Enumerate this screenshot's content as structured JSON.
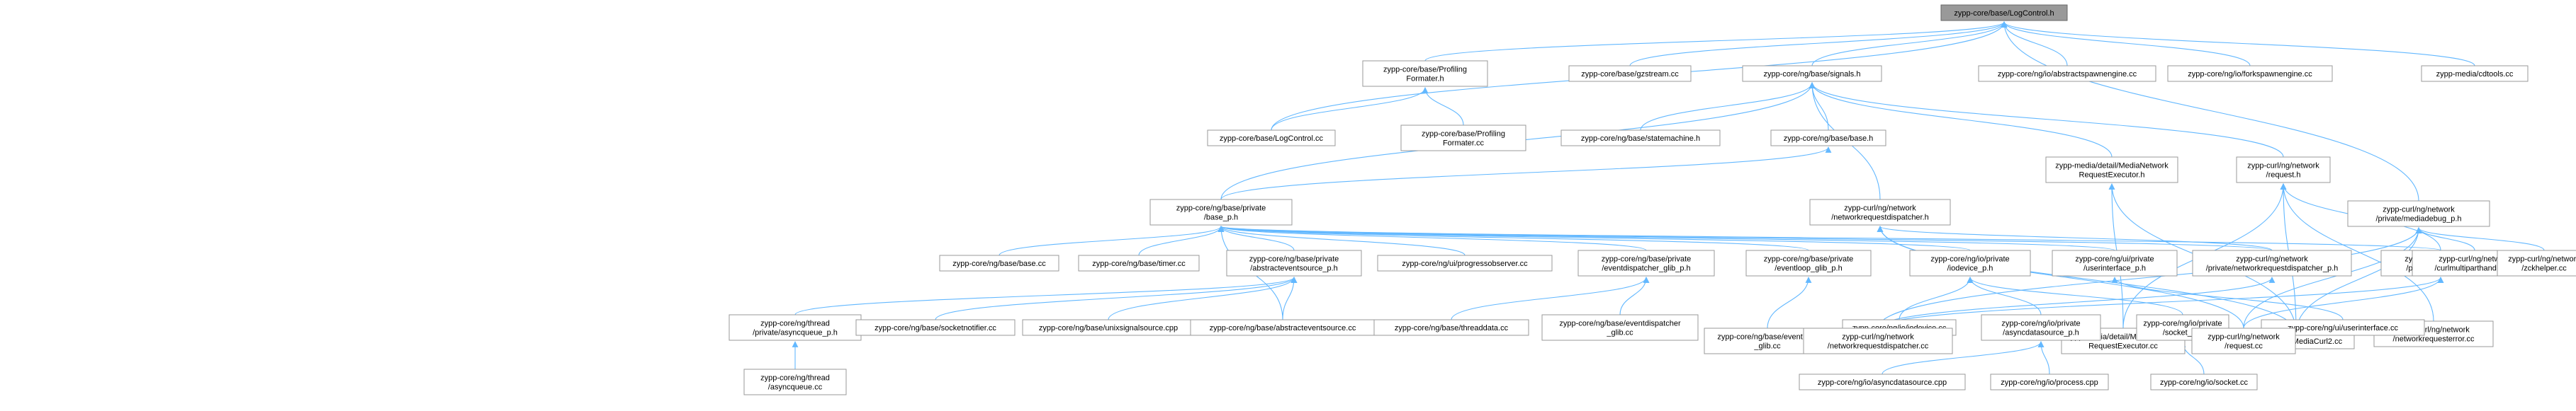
{
  "graph": {
    "root": "n0",
    "colors": {
      "root_fill": "#999999",
      "node_fill": "#ffffff",
      "node_border": "#999999",
      "edge": "#63b8ff",
      "text": "#000000"
    },
    "nodes": [
      {
        "id": "n0",
        "label": [
          "zypp-core/base/LogControl.h"
        ]
      },
      {
        "id": "n1",
        "label": [
          "zypp-core/base/Profiling",
          "Formater.h"
        ]
      },
      {
        "id": "n2",
        "label": [
          "zypp-core/base/gzstream.cc"
        ]
      },
      {
        "id": "n3",
        "label": [
          "zypp-core/ng/base/signals.h"
        ]
      },
      {
        "id": "n4",
        "label": [
          "zypp-core/ng/io/abstractspawnengine.cc"
        ]
      },
      {
        "id": "n5",
        "label": [
          "zypp-core/ng/io/forkspawnengine.cc"
        ]
      },
      {
        "id": "n6",
        "label": [
          "zypp-media/cdtools.cc"
        ]
      },
      {
        "id": "n7",
        "label": [
          "zypp-core/base/LogControl.cc"
        ]
      },
      {
        "id": "n8",
        "label": [
          "zypp-core/base/Profiling",
          "Formater.cc"
        ]
      },
      {
        "id": "n9",
        "label": [
          "zypp-core/ng/base/statemachine.h"
        ]
      },
      {
        "id": "n10",
        "label": [
          "zypp-core/ng/base/base.h"
        ]
      },
      {
        "id": "n11",
        "label": [
          "zypp-media/detail/MediaNetwork",
          "RequestExecutor.h"
        ]
      },
      {
        "id": "n12",
        "label": [
          "zypp-curl/ng/network",
          "/request.h"
        ]
      },
      {
        "id": "n13",
        "label": [
          "zypp-curl/ng/network",
          "/private/mediadebug_p.h"
        ]
      },
      {
        "id": "n14",
        "label": [
          "zypp-core/ng/base/private",
          "/base_p.h"
        ]
      },
      {
        "id": "n15",
        "label": [
          "zypp-curl/ng/network",
          "/networkrequestdispatcher.h"
        ]
      },
      {
        "id": "n16",
        "label": [
          "zypp-core/ng/base/base.cc"
        ]
      },
      {
        "id": "n17",
        "label": [
          "zypp-core/ng/base/timer.cc"
        ]
      },
      {
        "id": "n18",
        "label": [
          "zypp-core/ng/base/private",
          "/abstracteventsource_p.h"
        ]
      },
      {
        "id": "n19",
        "label": [
          "zypp-core/ng/ui/progressobserver.cc"
        ]
      },
      {
        "id": "n20",
        "label": [
          "zypp-core/ng/base/private",
          "/eventdispatcher_glib_p.h"
        ]
      },
      {
        "id": "n21",
        "label": [
          "zypp-core/ng/base/private",
          "/eventloop_glib_p.h"
        ]
      },
      {
        "id": "n22",
        "label": [
          "zypp-core/ng/io/private",
          "/iodevice_p.h"
        ]
      },
      {
        "id": "n23",
        "label": [
          "zypp-core/ng/ui/private",
          "/userinterface_p.h"
        ]
      },
      {
        "id": "n24",
        "label": [
          "zypp-curl/ng/network",
          "/private/networkrequestdispatcher_p.h"
        ]
      },
      {
        "id": "n25",
        "label": [
          "zypp-curl/ng/network",
          "/private/request_p.h"
        ]
      },
      {
        "id": "n26",
        "label": [
          "zypp-media/detail/MediaNetwork",
          "RequestExecutor.cc"
        ]
      },
      {
        "id": "n27",
        "label": [
          "zypp-media/MediaCurl2.cc"
        ]
      },
      {
        "id": "n28",
        "label": [
          "zypp-curl/ng/network",
          "/networkrequesterror.cc"
        ]
      },
      {
        "id": "n29",
        "label": [
          "zypp-curl/ng/network",
          "/curlmultiparthandler.cc"
        ]
      },
      {
        "id": "n30",
        "label": [
          "zypp-curl/ng/network",
          "/zckhelper.cc"
        ]
      },
      {
        "id": "n31",
        "label": [
          "zypp-core/ng/thread",
          "/private/asyncqueue_p.h"
        ]
      },
      {
        "id": "n32",
        "label": [
          "zypp-core/ng/base/socketnotifier.cc"
        ]
      },
      {
        "id": "n33",
        "label": [
          "zypp-core/ng/base/unixsignalsource.cpp"
        ]
      },
      {
        "id": "n34",
        "label": [
          "zypp-core/ng/base/abstracteventsource.cc"
        ]
      },
      {
        "id": "n35",
        "label": [
          "zypp-core/ng/base/threaddata.cc"
        ]
      },
      {
        "id": "n36",
        "label": [
          "zypp-core/ng/base/eventdispatcher",
          "_glib.cc"
        ]
      },
      {
        "id": "n37",
        "label": [
          "zypp-core/ng/base/eventloop",
          "_glib.cc"
        ]
      },
      {
        "id": "n38",
        "label": [
          "zypp-core/ng/io/iodevice.cc"
        ]
      },
      {
        "id": "n39",
        "label": [
          "zypp-core/ng/io/private",
          "/asyncdatasource_p.h"
        ]
      },
      {
        "id": "n40",
        "label": [
          "zypp-core/ng/io/private",
          "/socket_p.h"
        ]
      },
      {
        "id": "n41",
        "label": [
          "zypp-core/ng/ui/userinterface.cc"
        ]
      },
      {
        "id": "n42",
        "label": [
          "zypp-curl/ng/network",
          "/networkrequestdispatcher.cc"
        ]
      },
      {
        "id": "n43",
        "label": [
          "zypp-curl/ng/network",
          "/request.cc"
        ]
      },
      {
        "id": "n44",
        "label": [
          "zypp-core/ng/thread",
          "/asyncqueue.cc"
        ]
      },
      {
        "id": "n45",
        "label": [
          "zypp-core/ng/io/asyncdatasource.cpp"
        ]
      },
      {
        "id": "n46",
        "label": [
          "zypp-core/ng/io/process.cpp"
        ]
      },
      {
        "id": "n47",
        "label": [
          "zypp-core/ng/io/socket.cc"
        ]
      }
    ],
    "edges": [
      [
        "n0",
        "n1"
      ],
      [
        "n0",
        "n2"
      ],
      [
        "n0",
        "n3"
      ],
      [
        "n0",
        "n4"
      ],
      [
        "n0",
        "n5"
      ],
      [
        "n0",
        "n6"
      ],
      [
        "n0",
        "n7"
      ],
      [
        "n0",
        "n13"
      ],
      [
        "n1",
        "n7"
      ],
      [
        "n1",
        "n8"
      ],
      [
        "n3",
        "n9"
      ],
      [
        "n3",
        "n10"
      ],
      [
        "n3",
        "n14"
      ],
      [
        "n3",
        "n15"
      ],
      [
        "n3",
        "n11"
      ],
      [
        "n3",
        "n12"
      ],
      [
        "n10",
        "n14"
      ],
      [
        "n14",
        "n16"
      ],
      [
        "n14",
        "n17"
      ],
      [
        "n14",
        "n18"
      ],
      [
        "n14",
        "n19"
      ],
      [
        "n14",
        "n20"
      ],
      [
        "n14",
        "n21"
      ],
      [
        "n14",
        "n22"
      ],
      [
        "n14",
        "n23"
      ],
      [
        "n14",
        "n24"
      ],
      [
        "n14",
        "n25"
      ],
      [
        "n14",
        "n34"
      ],
      [
        "n15",
        "n24"
      ],
      [
        "n15",
        "n27"
      ],
      [
        "n15",
        "n43"
      ],
      [
        "n11",
        "n26"
      ],
      [
        "n11",
        "n27"
      ],
      [
        "n12",
        "n25"
      ],
      [
        "n12",
        "n26"
      ],
      [
        "n12",
        "n27"
      ],
      [
        "n12",
        "n28"
      ],
      [
        "n13",
        "n27"
      ],
      [
        "n13",
        "n29"
      ],
      [
        "n13",
        "n30"
      ],
      [
        "n13",
        "n42"
      ],
      [
        "n13",
        "n43"
      ],
      [
        "n18",
        "n31"
      ],
      [
        "n18",
        "n32"
      ],
      [
        "n18",
        "n33"
      ],
      [
        "n18",
        "n34"
      ],
      [
        "n20",
        "n35"
      ],
      [
        "n20",
        "n36"
      ],
      [
        "n21",
        "n37"
      ],
      [
        "n22",
        "n38"
      ],
      [
        "n22",
        "n39"
      ],
      [
        "n22",
        "n40"
      ],
      [
        "n23",
        "n41"
      ],
      [
        "n24",
        "n42"
      ],
      [
        "n25",
        "n42"
      ],
      [
        "n25",
        "n43"
      ],
      [
        "n31",
        "n44"
      ],
      [
        "n39",
        "n45"
      ],
      [
        "n39",
        "n46"
      ],
      [
        "n40",
        "n47"
      ]
    ]
  }
}
